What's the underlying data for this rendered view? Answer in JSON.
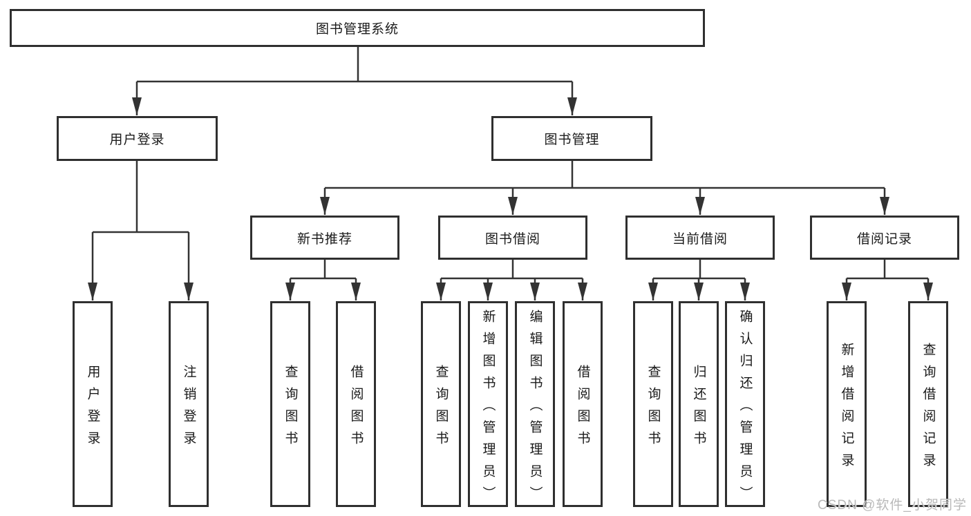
{
  "tree": {
    "root": {
      "label": "图书管理系统",
      "children": [
        {
          "label": "用户登录",
          "children": [
            {
              "label": "用户登录"
            },
            {
              "label": "注销登录"
            }
          ]
        },
        {
          "label": "图书管理",
          "children": [
            {
              "label": "新书推荐",
              "children": [
                {
                  "label": "查询图书"
                },
                {
                  "label": "借阅图书"
                }
              ]
            },
            {
              "label": "图书借阅",
              "children": [
                {
                  "label": "查询图书"
                },
                {
                  "label": "新增图书（管理员）"
                },
                {
                  "label": "编辑图书（管理员）"
                },
                {
                  "label": "借阅图书"
                }
              ]
            },
            {
              "label": "当前借阅",
              "children": [
                {
                  "label": "查询图书"
                },
                {
                  "label": "归还图书"
                },
                {
                  "label": "确认归还（管理员）"
                }
              ]
            },
            {
              "label": "借阅记录",
              "children": [
                {
                  "label": "新增借阅记录"
                },
                {
                  "label": "查询借阅记录"
                }
              ]
            }
          ]
        }
      ]
    }
  },
  "watermark": "CSDN @软件_小贺同学",
  "colors": {
    "line": "#333333",
    "box_border": "#2f2f2f",
    "text": "#1a1a1a",
    "watermark": "#b9b9b9",
    "background": "#ffffff"
  }
}
